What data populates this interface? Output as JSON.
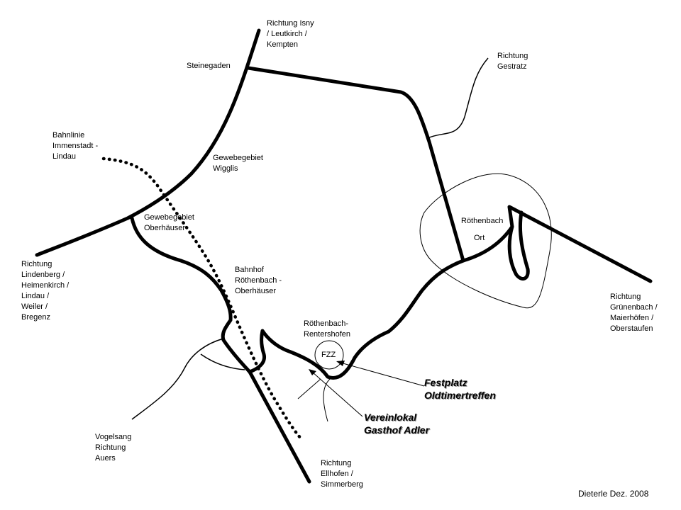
{
  "labels": {
    "isny": "Richtung Isny\n/ Leutkirch /\nKempten",
    "gestratz": "Richtung\nGestratz",
    "steinegaden": "Steinegaden",
    "bahnlinie": "Bahnlinie\nImmenstadt -\nLindau",
    "wigglis": "Gewebegebiet\nWigglis",
    "oberhaeuser_gewerbe": "Gewebegebiet\nOberhäuser",
    "roethenbach": "Röthenbach",
    "ort": "Ort",
    "lindenberg": "Richtung\nLindenberg /\nHeimenkirch /\nLindau /\nWeiler /\nBregenz",
    "bahnhof": "Bahnhof\nRöthenbach -\nOberhäuser",
    "gruenenbach": "Richtung\nGrünenbach /\nMaierhöfen /\nOberstaufen",
    "rentershofen": "Röthenbach-\nRentershofen",
    "fzz": "FZZ",
    "vogelsang": "Vogelsang\nRichtung\nAuers",
    "ellhofen": "Richtung\nEllhofen /\nSimmerberg",
    "credit": "Dieterle Dez. 2008"
  },
  "callouts": {
    "festplatz": "Festplatz\nOldtimertreffen",
    "vereinslokal": "Vereinlokal\nGasthof Adler"
  },
  "legend_marks": {
    "main_road": "thick-black-line",
    "side_road": "thin-black-line",
    "railway": "dotted-line",
    "town_area": "thin-outline"
  }
}
